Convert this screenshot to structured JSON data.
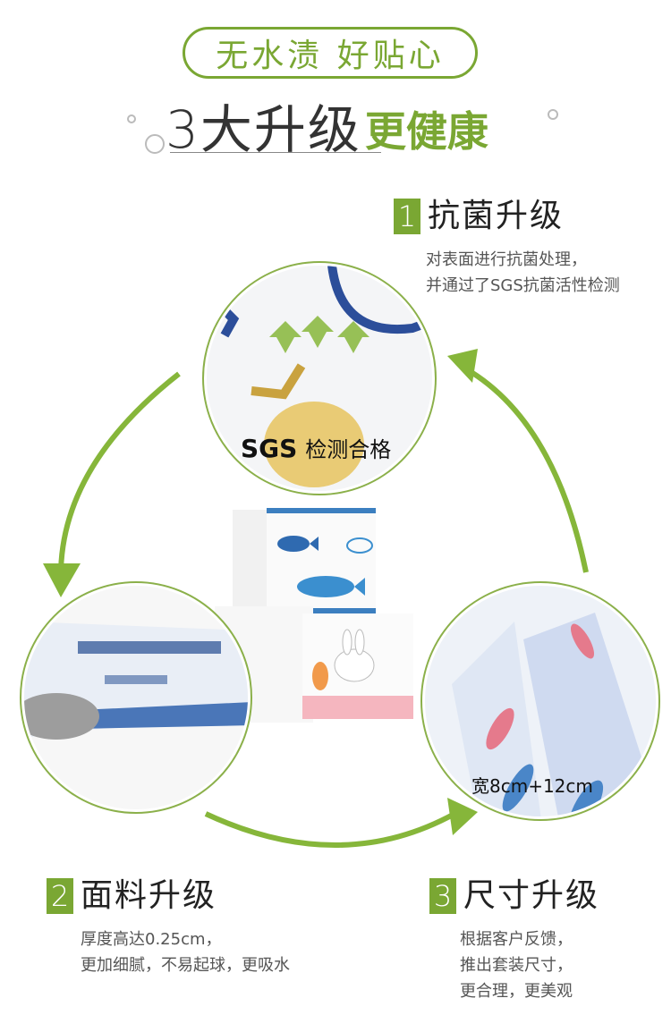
{
  "header": {
    "pill_text": "无水渍  好贴心",
    "headline_thin": "3大升级",
    "headline_bold": "更健康"
  },
  "features": [
    {
      "number": "1",
      "title": "抗菌升级",
      "desc": [
        "对表面进行抗菌处理，",
        "并通过了SGS抗菌活性检测"
      ]
    },
    {
      "number": "2",
      "title": "面料升级",
      "desc": [
        "厚度高达0.25cm，",
        "更加细腻，不易起球，更吸水"
      ]
    },
    {
      "number": "3",
      "title": "尺寸升级",
      "desc": [
        "根据客户反馈，",
        "推出套装尺寸，",
        "更合理，更美观"
      ]
    }
  ],
  "circle_labels": {
    "sgs_bold": "SGS",
    "sgs_text": "检测合格",
    "size_text": "宽8cm+12cm"
  },
  "colors": {
    "accent": "#7aa733",
    "arrow": "#86b63a"
  }
}
